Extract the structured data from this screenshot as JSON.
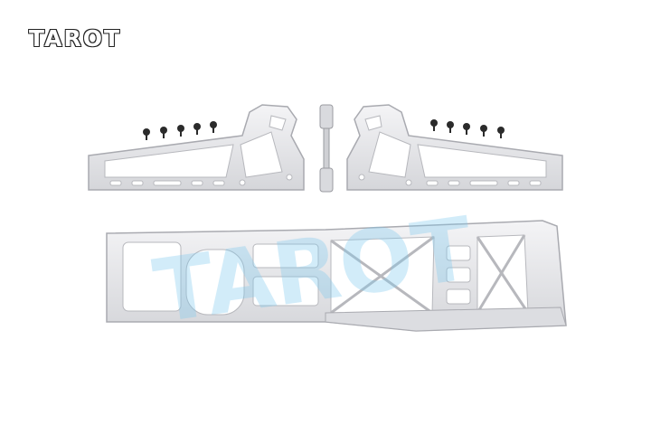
{
  "brand": {
    "logo_text": "TAROT",
    "watermark_text": "TAROT"
  },
  "colors": {
    "metal": "#e6e6e8",
    "metal_edge": "#a9aab0",
    "screw": "#2b2b2b",
    "watermark": "#7fc8ee"
  },
  "parts": {
    "screws_left_count": 5,
    "screws_right_count": 5
  }
}
